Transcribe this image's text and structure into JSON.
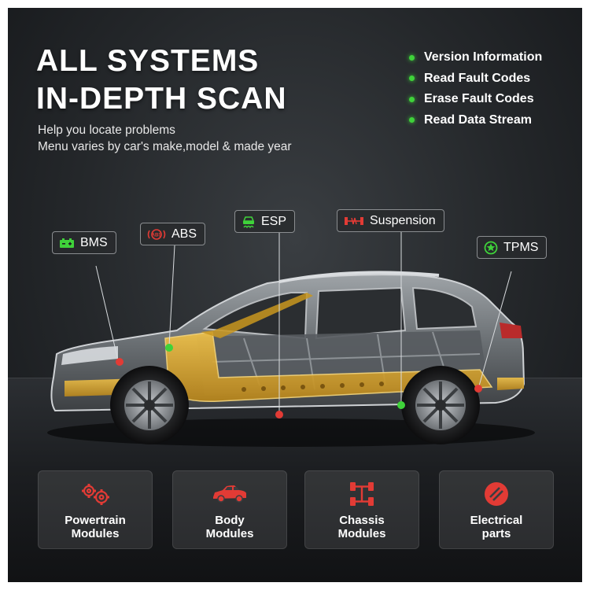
{
  "headline": {
    "line1": "ALL SYSTEMS",
    "line2": "IN-DEPTH SCAN"
  },
  "subtitle": {
    "line1": "Help you locate problems",
    "line2": "Menu varies by car's make,model & made year"
  },
  "features": [
    "Version Information",
    "Read Fault Codes",
    "Erase Fault Codes",
    "Read Data Stream"
  ],
  "callouts": {
    "bms": {
      "label": "BMS",
      "icon": "battery-icon",
      "color": "#3fd23a"
    },
    "abs": {
      "label": "ABS",
      "icon": "abs-warning-icon",
      "color": "#e23b35"
    },
    "esp": {
      "label": "ESP",
      "icon": "skid-control-icon",
      "color": "#3fd23a"
    },
    "suspension": {
      "label": "Suspension",
      "icon": "suspension-icon",
      "color": "#e23b35"
    },
    "tpms": {
      "label": "TPMS",
      "icon": "tire-pressure-icon",
      "color": "#3fd23a"
    }
  },
  "modules": [
    {
      "label": "Powertrain\nModules",
      "icon": "gears-icon"
    },
    {
      "label": "Body\nModules",
      "icon": "car-body-icon"
    },
    {
      "label": "Chassis\nModules",
      "icon": "chassis-icon"
    },
    {
      "label": "Electrical\nparts",
      "icon": "electrical-icon"
    }
  ],
  "colors": {
    "accent_green": "#3fd23a",
    "accent_red": "#e23b35",
    "frame_yellow": "#d7a62a"
  }
}
